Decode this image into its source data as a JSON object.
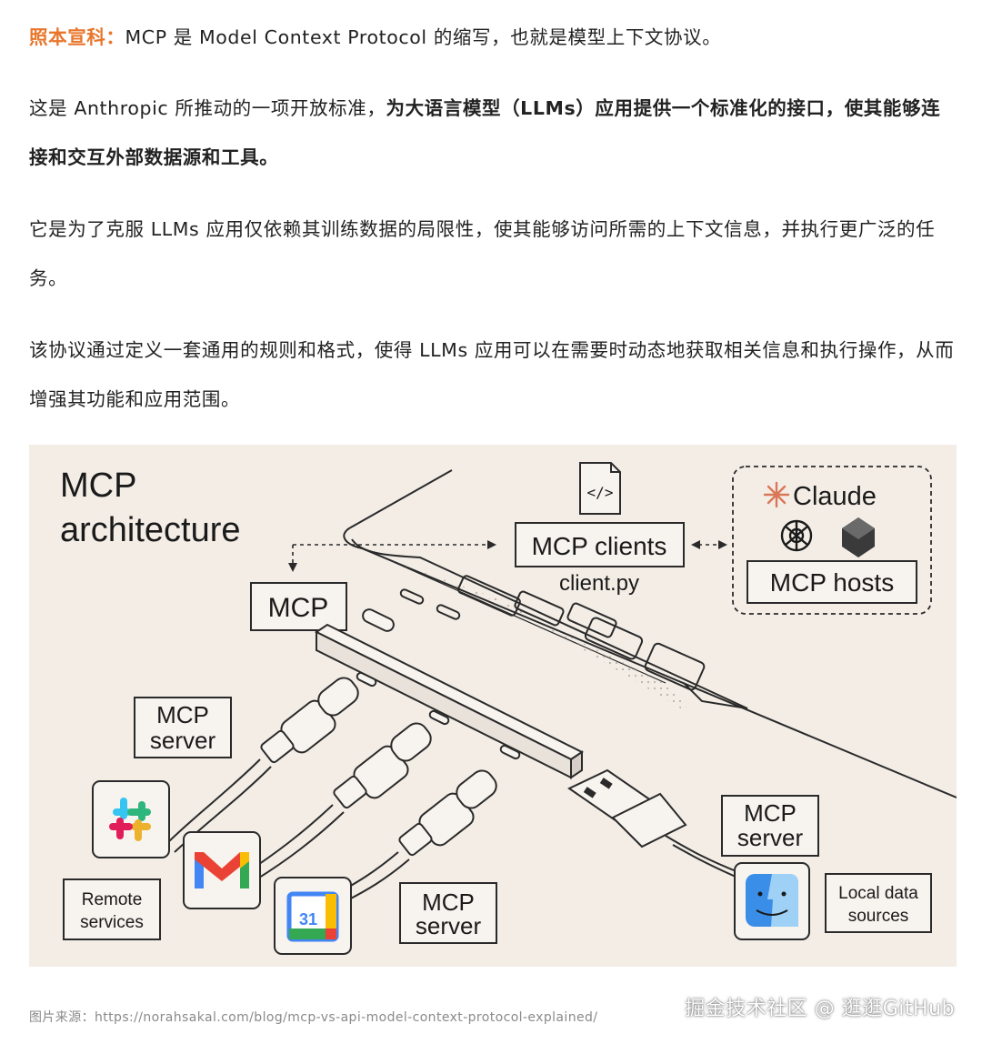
{
  "article": {
    "p1": {
      "lead": "照本宣科：",
      "text": "MCP 是 Model Context Protocol 的缩写，也就是模型上下文协议。"
    },
    "p2": {
      "text": "这是 Anthropic 所推动的一项开放标准，",
      "bold": "为大语言模型（LLMs）应用提供一个标准化的接口，使其能够连接和交互外部数据源和工具。"
    },
    "p3": {
      "text": "它是为了克服 LLMs 应用仅依赖其训练数据的局限性，使其能够访问所需的上下文信息，并执行更广泛的任务。"
    },
    "p4": {
      "text": "该协议通过定义一套通用的规则和格式，使得 LLMs 应用可以在需要时动态地获取相关信息和执行操作，从而增强其功能和应用范围。"
    }
  },
  "diagram": {
    "title_line1": "MCP",
    "title_line2": "architecture",
    "clients_label": "MCP clients",
    "client_file": "client.py",
    "claude_label": "Claude",
    "hosts_label": "MCP hosts",
    "mcp_label": "MCP",
    "server_top_line1": "MCP",
    "server_top_line2": "server",
    "server_bottom_line1": "MCP",
    "server_bottom_line2": "server",
    "server_right_line1": "MCP",
    "server_right_line2": "server",
    "remote_line1": "Remote",
    "remote_line2": "services",
    "local_line1": "Local data",
    "local_line2": "sources",
    "calendar_day": "31",
    "code_glyph": "</>",
    "colors": {
      "background": "#f3ede6",
      "claude_orange": "#d97757",
      "gmail_red": "#ea4335",
      "finder_blue": "#3b8ee8"
    }
  },
  "caption": "图片来源：https://norahsakal.com/blog/mcp-vs-api-model-context-protocol-explained/",
  "watermark": "掘金技术社区 @ 逛逛GitHub"
}
